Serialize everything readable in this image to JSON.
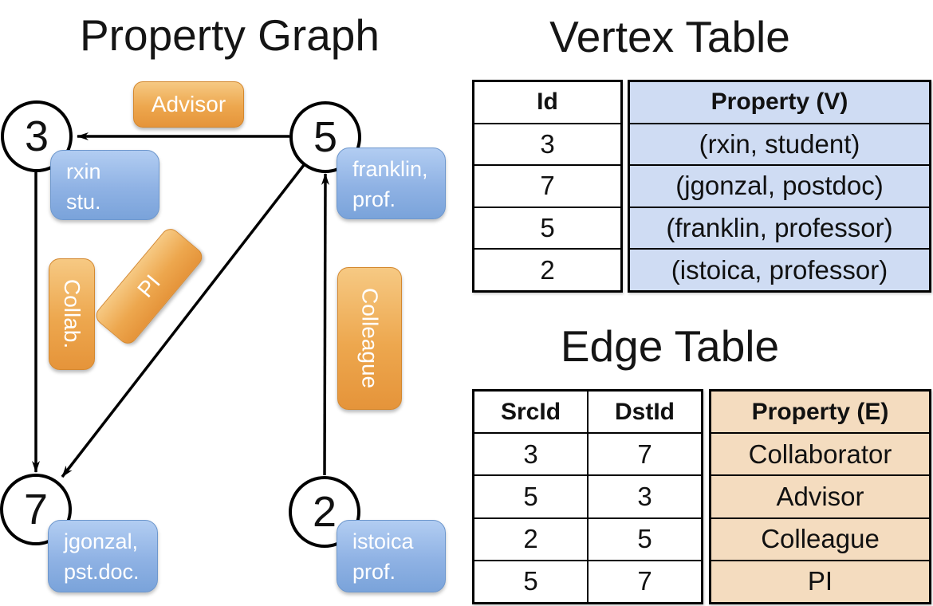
{
  "colors": {
    "edge_label_orange_top": "#f6c983",
    "edge_label_orange_bottom": "#e5943a",
    "vertex_label_blue_top": "#b2cdf2",
    "vertex_label_blue_bottom": "#7aa3da",
    "vertex_property_column_bg": "#cfdcf3",
    "edge_property_column_bg": "#f4dcbf",
    "line_color": "#000000",
    "label_text": "#ffffff"
  },
  "graph": {
    "title": "Property Graph",
    "nodes": [
      {
        "id": "3",
        "prop_line1": "rxin",
        "prop_line2": "stu."
      },
      {
        "id": "5",
        "prop_line1": "franklin,",
        "prop_line2": "prof."
      },
      {
        "id": "7",
        "prop_line1": "jgonzal,",
        "prop_line2": "pst.doc."
      },
      {
        "id": "2",
        "prop_line1": "istoica",
        "prop_line2": "prof."
      }
    ],
    "edge_labels": {
      "advisor": "Advisor",
      "collab": "Collab.",
      "pi": "PI",
      "colleague": "Colleague"
    }
  },
  "vertex_table": {
    "title": "Vertex Table",
    "col_id": "Id",
    "col_property": "Property (V)",
    "rows": [
      [
        "3",
        "(rxin, student)"
      ],
      [
        "7",
        "(jgonzal, postdoc)"
      ],
      [
        "5",
        "(franklin, professor)"
      ],
      [
        "2",
        "(istoica, professor)"
      ]
    ]
  },
  "edge_table": {
    "title": "Edge Table",
    "col_src": "SrcId",
    "col_dst": "DstId",
    "col_property": "Property (E)",
    "rows": [
      [
        "3",
        "7",
        "Collaborator"
      ],
      [
        "5",
        "3",
        "Advisor"
      ],
      [
        "2",
        "5",
        "Colleague"
      ],
      [
        "5",
        "7",
        "PI"
      ]
    ]
  }
}
